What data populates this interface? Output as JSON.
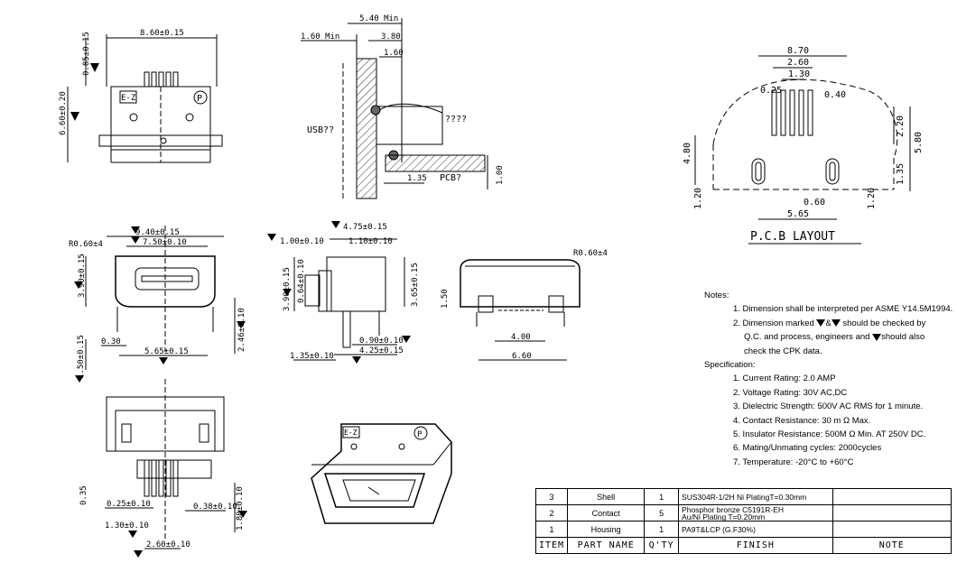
{
  "top_view": {
    "dim_width": "8.60±0.15",
    "dim_height": "6.60±0.20",
    "dim_top": "0.85±0.15",
    "logo_text": "E-Z",
    "p_mark": "P"
  },
  "side_section": {
    "dim_540": "5.40 Min",
    "dim_160min": "1.60 Min",
    "dim_380": "3.80",
    "dim_160": "1.60",
    "dim_135": "1.35",
    "dim_100": "1.00",
    "label_usb": "USB??",
    "label_pcb": "PCB?",
    "label_q": "????"
  },
  "pcb_layout": {
    "dim_870": "8.70",
    "dim_260": "2.60",
    "dim_130": "1.30",
    "dim_025": "0.25",
    "dim_040": "0.40",
    "dim_220": "2.20",
    "dim_580": "5.80",
    "dim_480": "4.80",
    "dim_135": "1.35",
    "dim_120a": "1.20",
    "dim_060": "0.60",
    "dim_120b": "1.20",
    "dim_565": "5.65",
    "title": "P.C.B LAYOUT"
  },
  "front_view": {
    "radius": "R0.60±4",
    "dim_940": "9.40±0.15",
    "dim_750": "7.50±0.10",
    "dim_390": "3.90±0.15",
    "dim_246": "2.46±0.10",
    "dim_150": "1.50±0.15",
    "dim_030": "0.30",
    "dim_565": "5.65±0.15"
  },
  "side_view": {
    "dim_475": "4.75±0.15",
    "dim_100": "1.00±0.10",
    "dim_110": "1.10±0.10",
    "dim_390": "3.90±0.15",
    "dim_064": "0.64±0.10",
    "dim_365": "3.65±0.15",
    "dim_090": "0.90±0.10",
    "dim_425": "4.25±0.15",
    "dim_135": "1.35±0.10"
  },
  "rear_view": {
    "radius": "R0.60±4",
    "dim_150": "1.50",
    "dim_400": "4.00",
    "dim_660": "6.60"
  },
  "bottom_view": {
    "dim_035": "0.35",
    "dim_025": "0.25±0.10",
    "dim_130": "1.30±0.10",
    "dim_038": "0.38±0.10",
    "dim_180": "1.80±0.10",
    "dim_260": "2.60±0.10"
  },
  "iso_view": {
    "logo_text": "E-Z",
    "p_mark": "P"
  },
  "notes": {
    "heading": "Notes:",
    "n1": "1. Dimension shall be interpreted per ASME Y14.5M1994.",
    "n2a": "2. Dimension marked",
    "n2b": "&",
    "n2c": "should be checked by",
    "n2d": "Q.C. and process, engineers and",
    "n2e": "should also",
    "n2f": "check the CPK data.",
    "spec_heading": "Specification:",
    "s1": "1. Current Rating: 2.0 AMP",
    "s2": "2. Voltage Rating: 30V AC,DC",
    "s3": "3. Dielectric Strength: 500V AC RMS for 1 minute.",
    "s4": "4. Contact Resistance: 30 m Ω Max.",
    "s5": "5. Insulator Resistance: 500M Ω Min. AT 250V DC.",
    "s6": "6. Mating/Unmating cycles: 2000cycles",
    "s7": "7. Temperature: -20°C to +60°C"
  },
  "bom": {
    "rows": [
      {
        "item": "3",
        "part": "Shell",
        "qty": "1",
        "finish1": "SUS304R-1/2H  Ni  PlatingT=0.30mm",
        "finish2": "",
        "note": ""
      },
      {
        "item": "2",
        "part": "Contact",
        "qty": "5",
        "finish1": "Phosphor bronze C5191R-EH",
        "finish2": "Au/Ni  Plating  T=0.20mm",
        "note": ""
      },
      {
        "item": "1",
        "part": "Housing",
        "qty": "1",
        "finish1": "PA9T&LCP (G.F30%)",
        "finish2": "",
        "note": ""
      }
    ],
    "header": {
      "item": "ITEM",
      "part": "PART NAME",
      "qty": "Q'TY",
      "finish": "FINISH",
      "note": "NOTE"
    }
  }
}
